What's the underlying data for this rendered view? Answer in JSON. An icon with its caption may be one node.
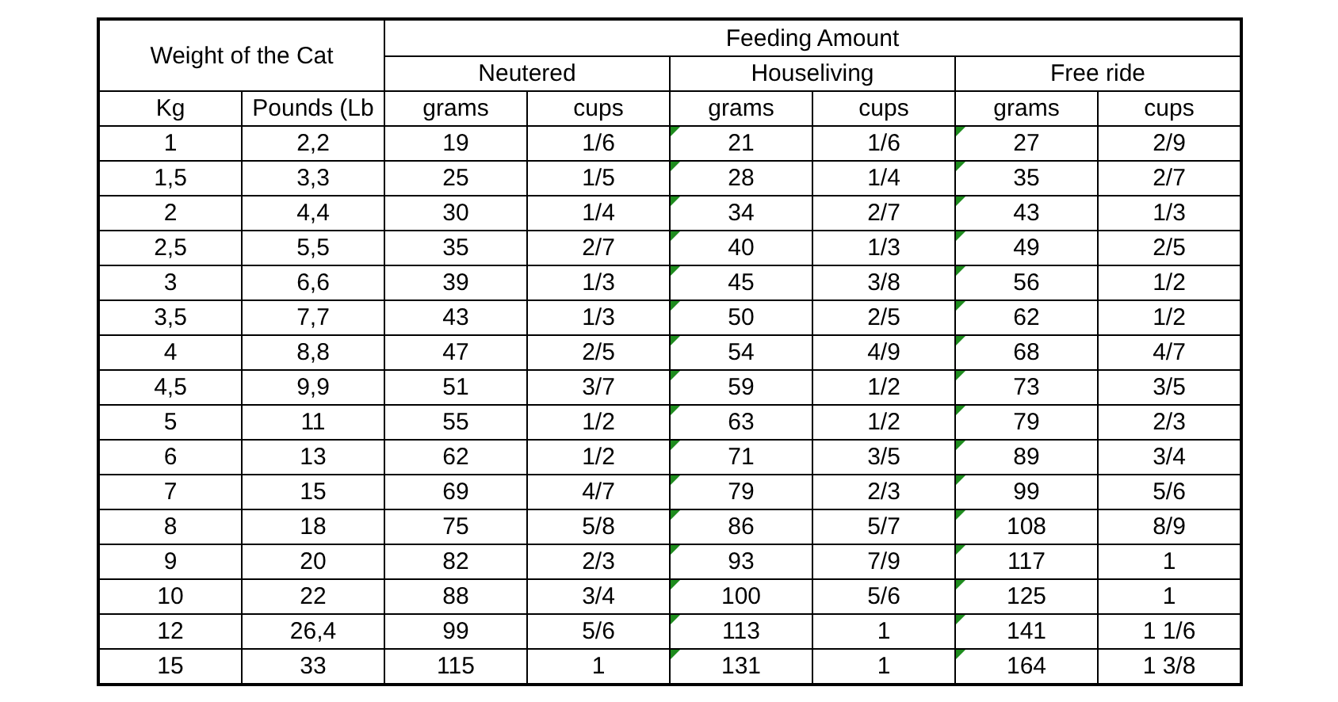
{
  "diagram": {
    "labels": [
      "Weight of the Cat",
      "Feeding Amount",
      "Neutered",
      "Houseliving",
      "Free ride",
      "Kg",
      "Pounds (Lb",
      "grams",
      "cups",
      "grams",
      "cups",
      "grams",
      "cups",
      "1",
      "2,2",
      "19",
      "1/6",
      "21",
      "1/6",
      "27",
      "2/9",
      "1,5",
      "3,3",
      "25",
      "1/5",
      "28",
      "1/4",
      "35",
      "2/7",
      "2",
      "4,4",
      "30",
      "1/4",
      "34",
      "2/7",
      "43",
      "1/3",
      "2,5",
      "5,5",
      "35",
      "2/7",
      "40",
      "1/3",
      "49",
      "2/5",
      "3",
      "6,6",
      "39",
      "1/3",
      "45",
      "3/8",
      "56",
      "1/2",
      "3,5",
      "7,7",
      "43",
      "1/3",
      "50",
      "2/5",
      "62",
      "1/2",
      "4",
      "8,8",
      "47",
      "2/5",
      "54",
      "4/9",
      "68",
      "4/7",
      "4,5",
      "9,9",
      "51",
      "3/7",
      "59",
      "1/2",
      "73",
      "3/5",
      "5",
      "11",
      "55",
      "1/2",
      "63",
      "1/2",
      "79",
      "2/3",
      "6",
      "13",
      "62",
      "1/2",
      "71",
      "3/5",
      "89",
      "3/4",
      "7",
      "15",
      "69",
      "4/7",
      "79",
      "2/3",
      "99",
      "5/6",
      "8",
      "18",
      "75",
      "5/8",
      "86",
      "5/7",
      "108",
      "8/9",
      "9",
      "20",
      "82",
      "2/3",
      "93",
      "7/9",
      "117",
      "1",
      "10",
      "22",
      "88",
      "3/4",
      "100",
      "5/6",
      "125",
      "1",
      "12",
      "26,4",
      "99",
      "5/6",
      "113",
      "1",
      "141",
      "1 1/6",
      "15",
      "33",
      "115",
      "1",
      "131",
      "1",
      "164",
      "1 3/8"
    ]
  }
}
